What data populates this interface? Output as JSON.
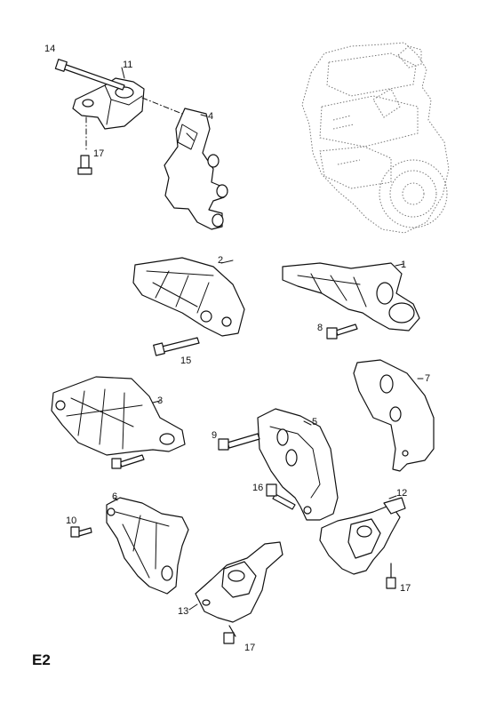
{
  "sheet": {
    "code": "E2"
  },
  "callouts": {
    "c1": "1",
    "c2": "2",
    "c3": "3",
    "c4": "4",
    "c5": "5",
    "c6": "6",
    "c7": "7",
    "c8": "8",
    "c9": "9",
    "c10": "10",
    "c11": "11",
    "c12": "12",
    "c13": "13",
    "c14": "14",
    "c15": "15",
    "c16": "16",
    "c17a": "17",
    "c17b": "17",
    "c17c": "17"
  }
}
